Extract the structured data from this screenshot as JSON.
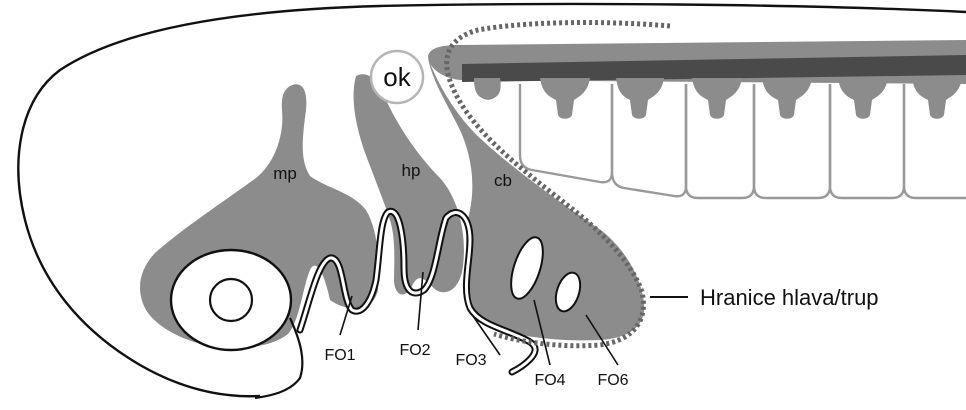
{
  "diagram": {
    "labels": {
      "ok": "ok",
      "mp": "mp",
      "hp": "hp",
      "cb": "cb",
      "fo1": "FO1",
      "fo2": "FO2",
      "fo3": "FO3",
      "fo4": "FO4",
      "fo6": "FO6",
      "boundary": "Hranice hlava/trup"
    },
    "colors": {
      "tissue": "#8c8c8c",
      "dark_band": "#4a4a4a",
      "outline": "#111111",
      "somite_outline": "#999999",
      "boundary_dots": "#666666"
    }
  }
}
